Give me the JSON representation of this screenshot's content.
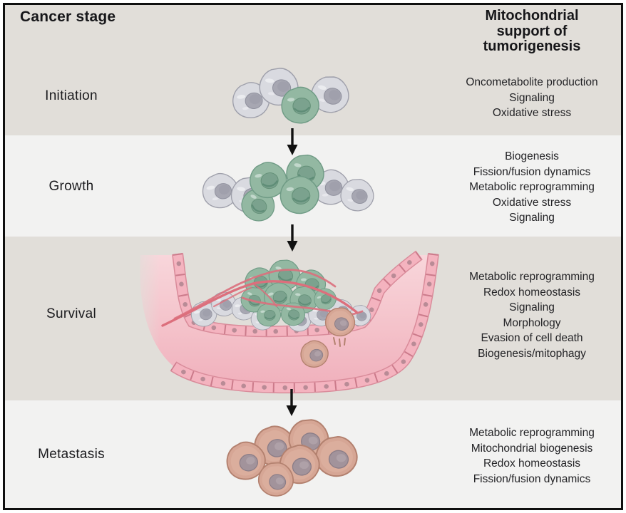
{
  "header": {
    "left_title": "Cancer stage",
    "right_title_lines": [
      "Mitochondrial",
      "support of",
      "tumorigenesis"
    ]
  },
  "stages": [
    {
      "label": "Initiation",
      "supports": [
        "Oncometabolite production",
        "Signaling",
        "Oxidative stress"
      ]
    },
    {
      "label": "Growth",
      "supports": [
        "Biogenesis",
        "Fission/fusion dynamics",
        "Metabolic reprogramming",
        "Oxidative stress",
        "Signaling"
      ]
    },
    {
      "label": "Survival",
      "supports": [
        "Metabolic reprogramming",
        "Redox homeostasis",
        "Signaling",
        "Morphology",
        "Evasion of cell death",
        "Biogenesis/mitophagy"
      ]
    },
    {
      "label": "Metastasis",
      "supports": [
        "Metabolic reprogramming",
        "Mitochondrial biogenesis",
        "Redox homeostasis",
        "Fission/fusion dynamics"
      ]
    }
  ],
  "colors": {
    "band_dark": "#e1ded9",
    "band_light": "#f2f2f1",
    "frame": "#0f0f0f",
    "normal_cell": "#d9dae0",
    "tumor_cell_green": "#93b8a2",
    "metastatic_cell_brown": "#d6a695",
    "vessel_pink": "#f4b3bf",
    "capillary_red": "#dc6f7c",
    "arrow": "#111111"
  }
}
